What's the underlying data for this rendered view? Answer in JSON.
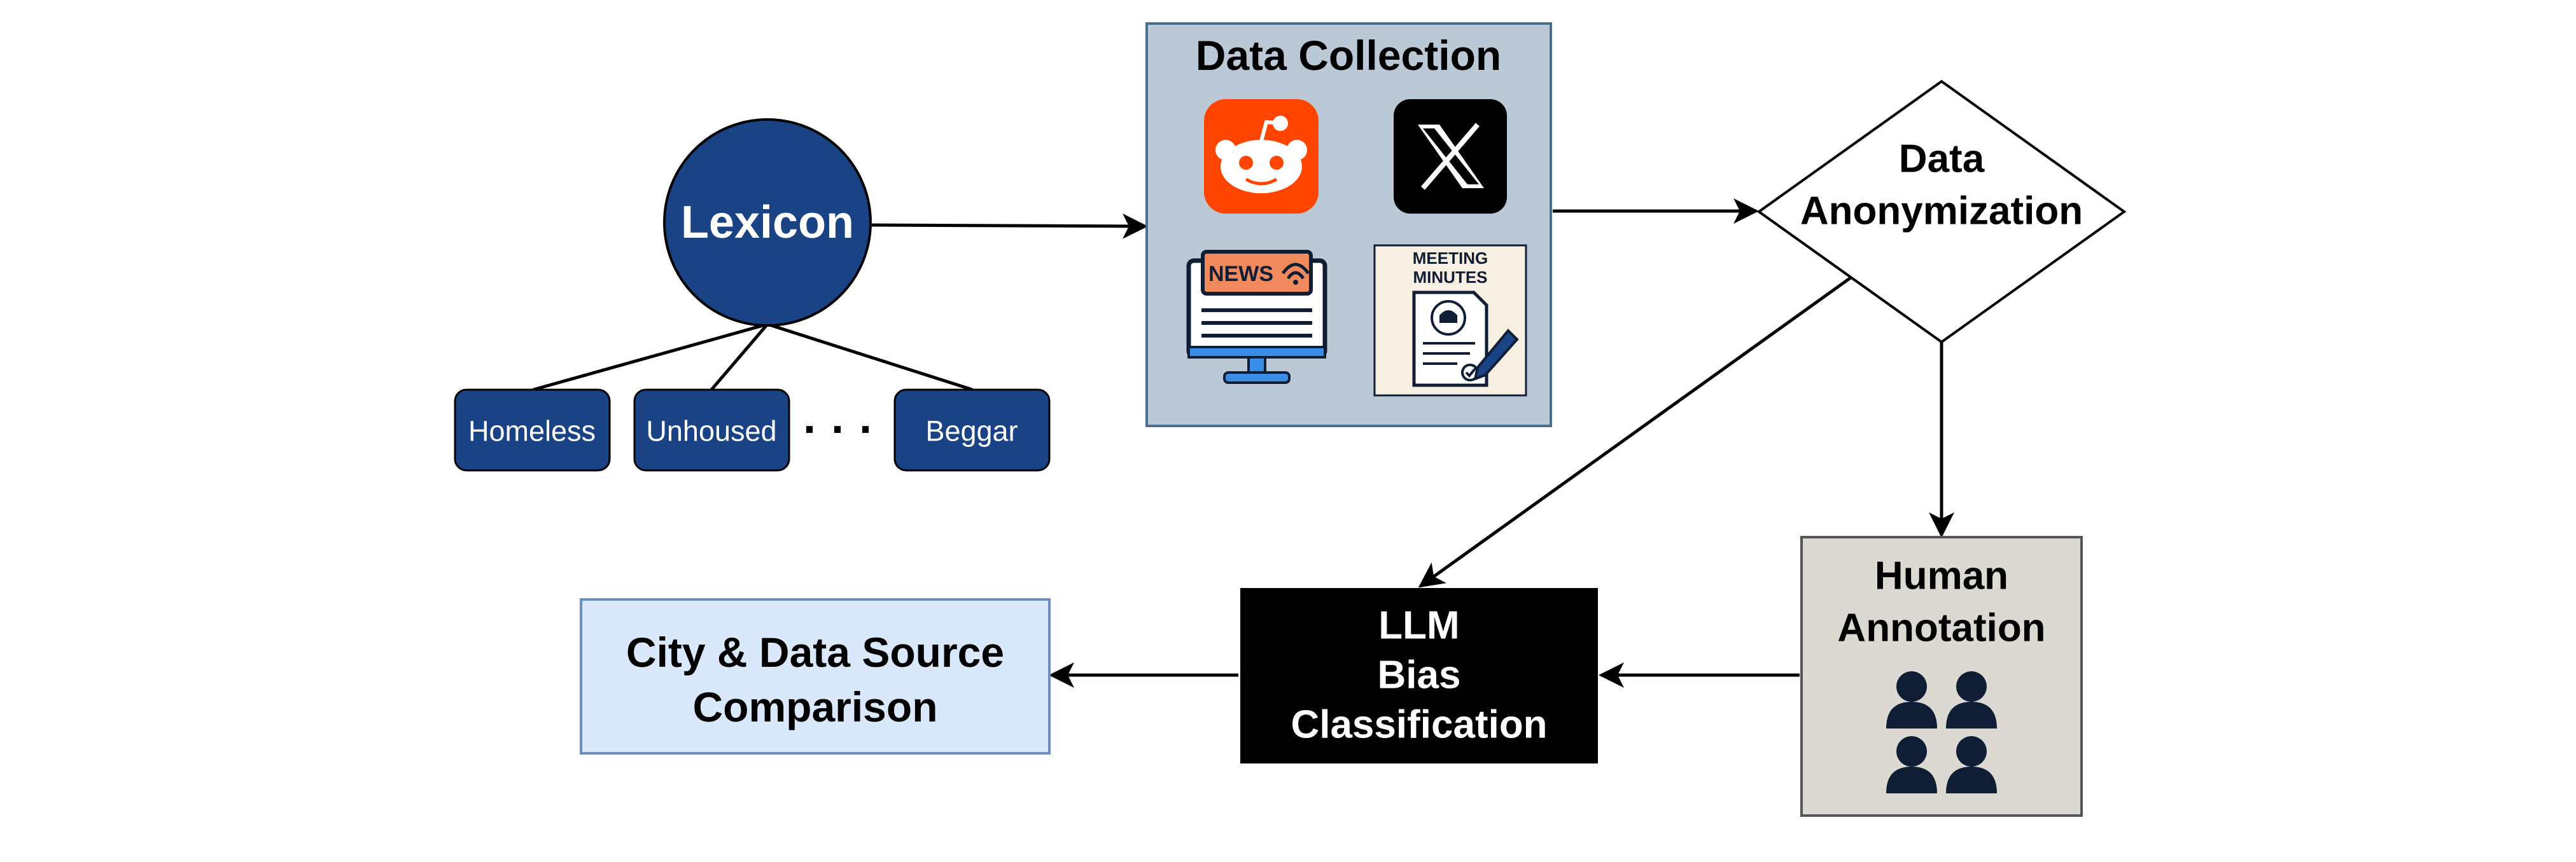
{
  "lexicon": {
    "label": "Lexicon",
    "terms": [
      "Homeless",
      "Unhoused",
      "Beggar"
    ],
    "ellipsis": "· · ·"
  },
  "data_collection": {
    "title": "Data Collection",
    "sources": {
      "reddit": "reddit-icon",
      "x": "x-icon",
      "news": "NEWS",
      "meeting_line1": "MEETING",
      "meeting_line2": "MINUTES"
    }
  },
  "anonymization": {
    "line1": "Data",
    "line2": "Anonymization"
  },
  "human_annotation": {
    "line1": "Human",
    "line2": "Annotation",
    "icon": "people-icon"
  },
  "llm": {
    "line1": "LLM",
    "line2": "Bias",
    "line3": "Classification"
  },
  "comparison": {
    "line1": "City & Data Source",
    "line2": "Comparison"
  },
  "colors": {
    "navy": "#1a4385",
    "collection_bg": "#bac9d5",
    "annotation_bg": "#dcd9d3",
    "comparison_bg": "#dae8fc",
    "comparison_border": "#6c8ebf",
    "reddit": "#ff4500",
    "news_orange": "#f08a5d",
    "minutes_bg": "#f7f0e2",
    "silhouette": "#0f1d35"
  }
}
